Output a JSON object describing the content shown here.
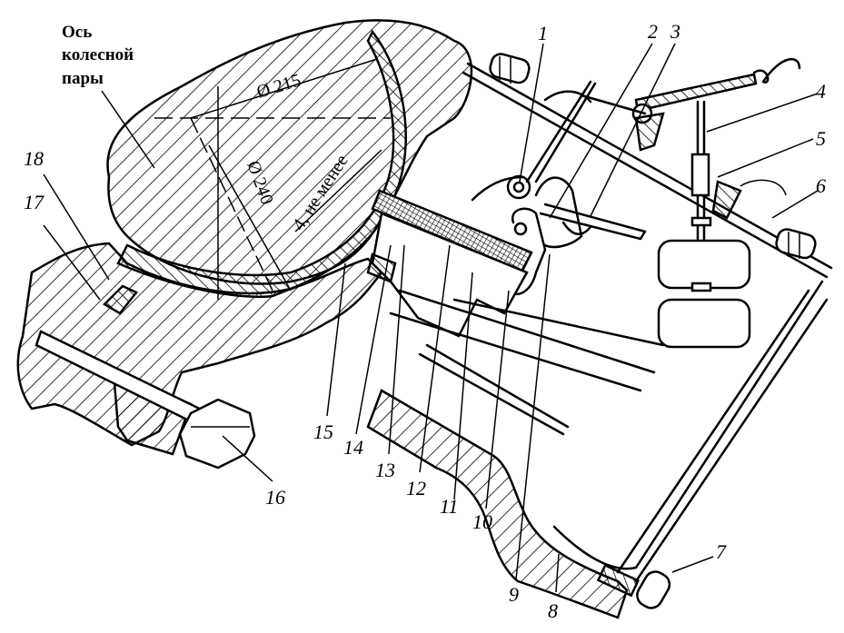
{
  "caption": {
    "lines": [
      "Ось",
      "колесной",
      "пары"
    ]
  },
  "dimensions": {
    "d215": "Ø 215",
    "d240": "Ø 240",
    "gap": "4, не менее"
  },
  "callouts": [
    {
      "id": "1",
      "label": "1"
    },
    {
      "id": "2",
      "label": "2"
    },
    {
      "id": "3",
      "label": "3"
    },
    {
      "id": "4",
      "label": "4"
    },
    {
      "id": "5",
      "label": "5"
    },
    {
      "id": "6",
      "label": "6"
    },
    {
      "id": "7",
      "label": "7"
    },
    {
      "id": "8",
      "label": "8"
    },
    {
      "id": "9",
      "label": "9"
    },
    {
      "id": "10",
      "label": "10"
    },
    {
      "id": "11",
      "label": "11"
    },
    {
      "id": "12",
      "label": "12"
    },
    {
      "id": "13",
      "label": "13"
    },
    {
      "id": "14",
      "label": "14"
    },
    {
      "id": "15",
      "label": "15"
    },
    {
      "id": "16",
      "label": "16"
    },
    {
      "id": "17",
      "label": "17"
    },
    {
      "id": "18",
      "label": "18"
    }
  ]
}
